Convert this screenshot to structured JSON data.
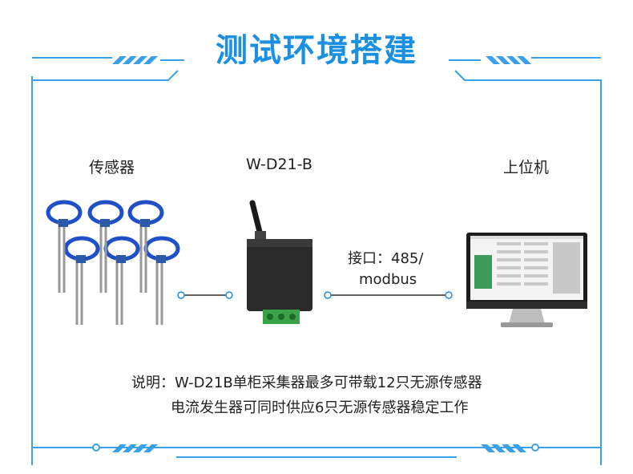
{
  "title": "测试环境搭建",
  "labels": {
    "sensor": "传感器",
    "device": "W-D21-B",
    "host": "上位机"
  },
  "interface": {
    "line1": "接口：485/",
    "line2": "modbus"
  },
  "notes": {
    "line1": "说明：W-D21B单柜采集器最多可带载12只无源传感器",
    "line2": "电流发生器可同时供应6只无源传感器稳定工作"
  },
  "colors": {
    "accent": "#1b8fe0",
    "frame": "#3aa0e8",
    "device_body": "#2a2a2a",
    "terminal": "#3aa34a"
  },
  "icons": [
    "sensor-cluster-icon",
    "collector-device-icon",
    "monitor-pc-icon"
  ]
}
